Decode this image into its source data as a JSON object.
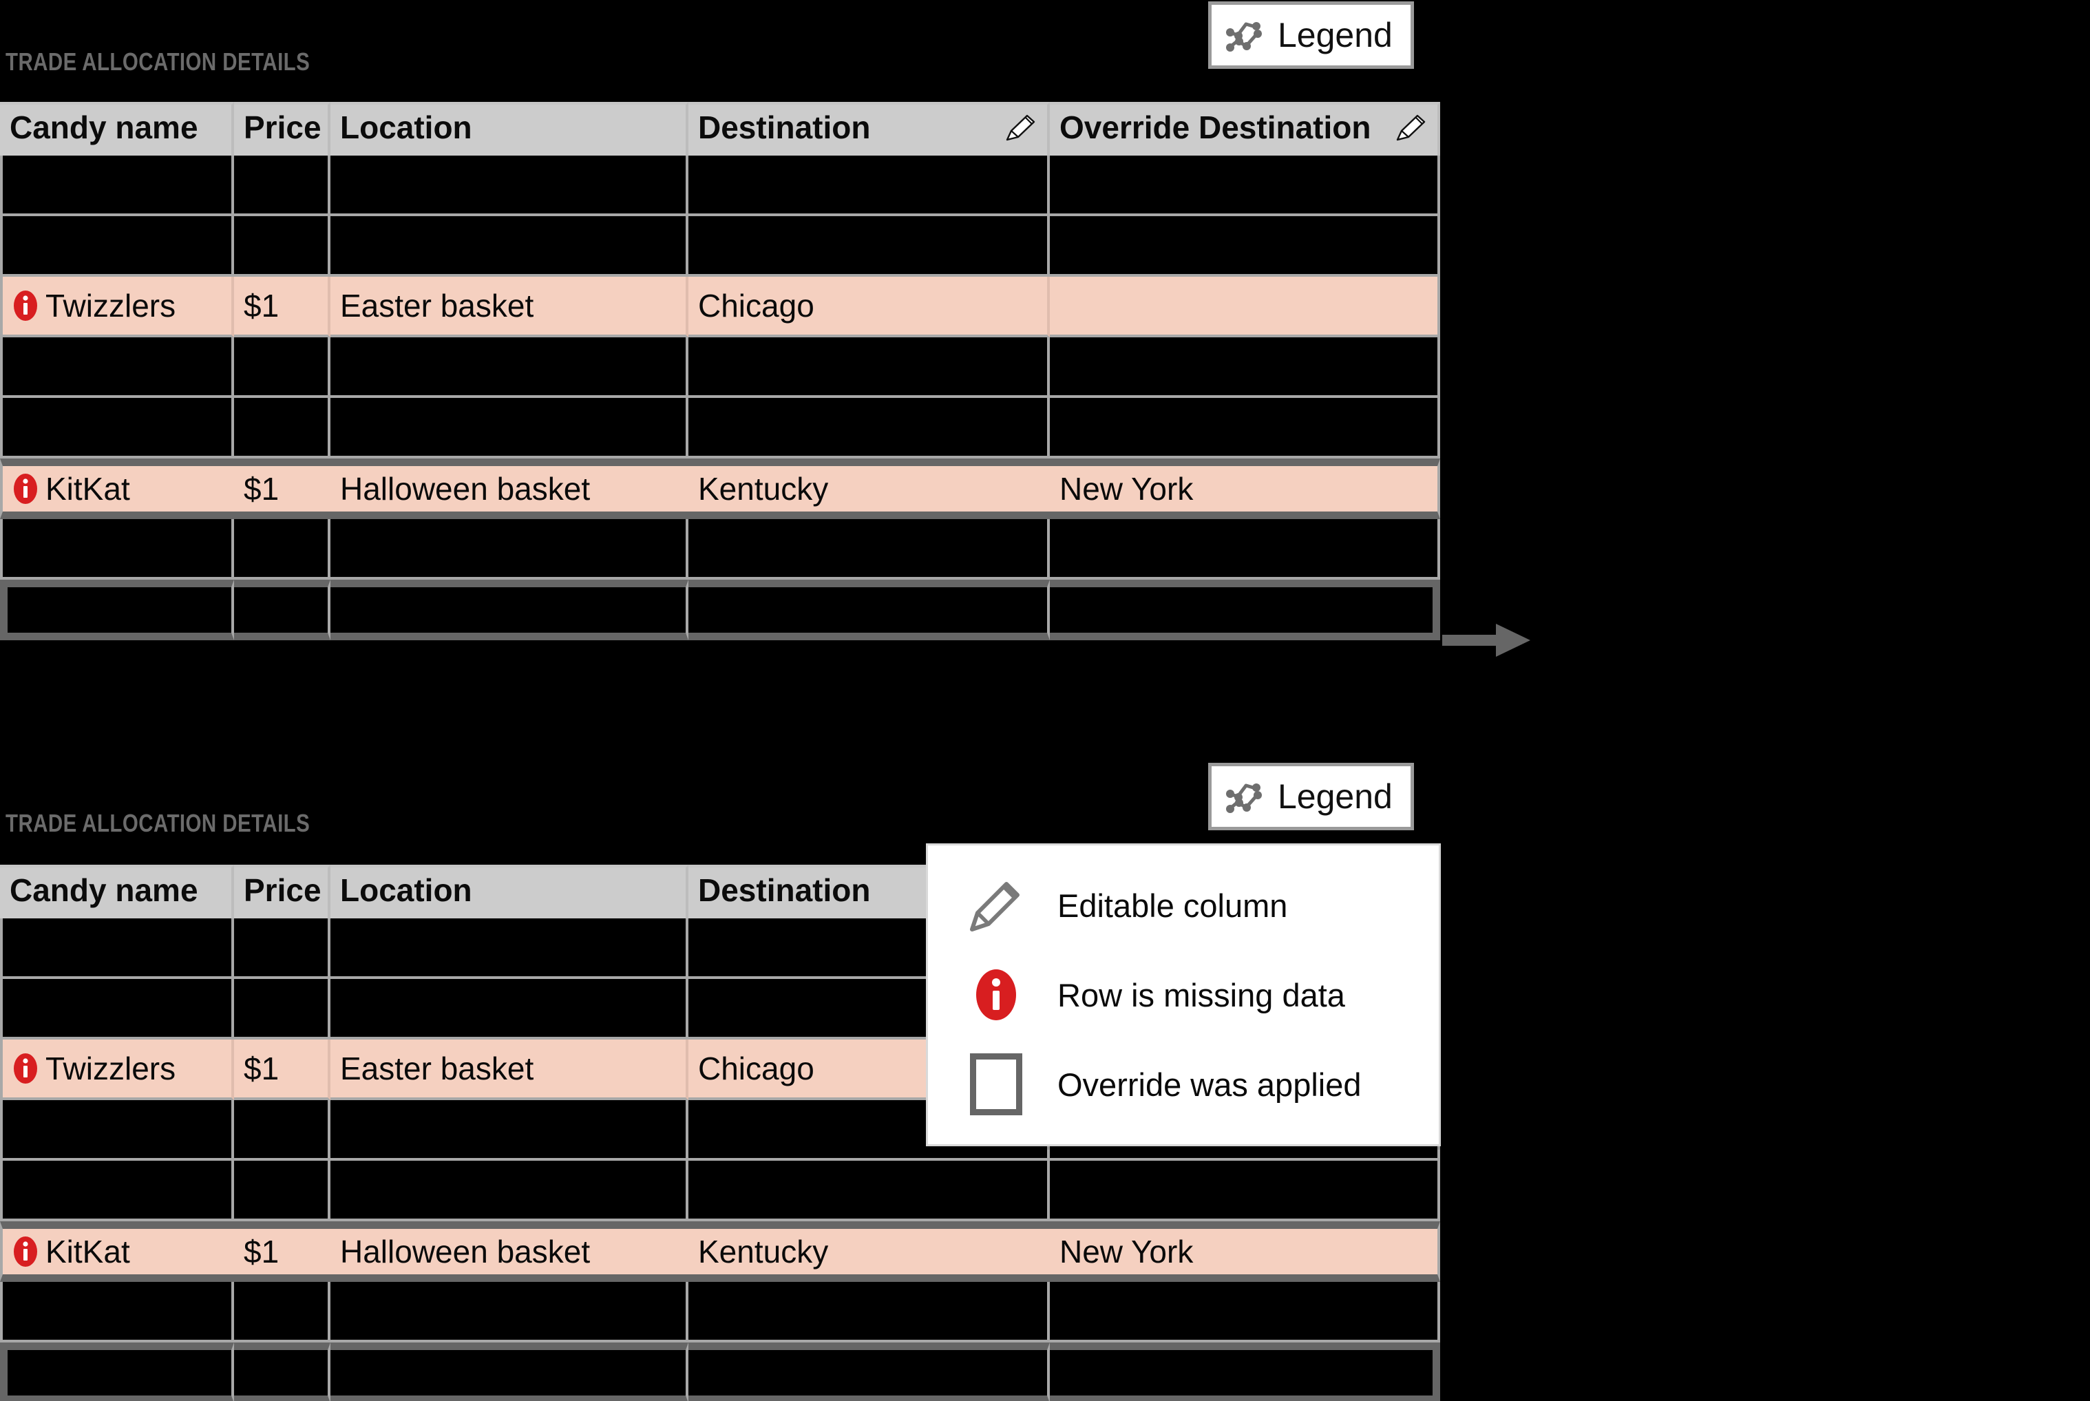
{
  "meta": {
    "panel_title": "TRADE ALLOCATION DETAILS",
    "accent_highlight": "#F5D0C0",
    "accent_alert": "#D81E20",
    "header_bg": "#CCCCCC",
    "title_color": "#6B6B6B",
    "border_color": "#A8A8A8",
    "override_border_color": "#666666",
    "canvas_bg": "#000000"
  },
  "legend_button": {
    "label": "Legend",
    "icon": "line-chart-icon"
  },
  "legend_popup": {
    "items": [
      {
        "icon": "pencil-icon",
        "label": "Editable column"
      },
      {
        "icon": "info-circle-icon",
        "label": "Row is missing data"
      },
      {
        "icon": "square-outline-icon",
        "label": "Override was applied"
      }
    ]
  },
  "table": {
    "columns": [
      {
        "key": "candy_name",
        "label": "Candy name",
        "editable": false,
        "icon": null
      },
      {
        "key": "price",
        "label": "Price",
        "editable": false,
        "icon": null
      },
      {
        "key": "location",
        "label": "Location",
        "editable": false,
        "icon": null
      },
      {
        "key": "destination",
        "label": "Destination",
        "editable": true,
        "icon": "pencil-icon"
      },
      {
        "key": "override_destination",
        "label": "Override Destination",
        "editable": true,
        "icon": "pencil-icon"
      }
    ],
    "rows": [
      {
        "state": "empty",
        "candy_name": "",
        "price": "",
        "location": "",
        "destination": "",
        "override_destination": ""
      },
      {
        "state": "empty",
        "candy_name": "",
        "price": "",
        "location": "",
        "destination": "",
        "override_destination": ""
      },
      {
        "state": "missing",
        "candy_name": "Twizzlers",
        "price": "$1",
        "location": "Easter basket",
        "destination": "Chicago",
        "override_destination": ""
      },
      {
        "state": "empty",
        "candy_name": "",
        "price": "",
        "location": "",
        "destination": "",
        "override_destination": ""
      },
      {
        "state": "empty",
        "candy_name": "",
        "price": "",
        "location": "",
        "destination": "",
        "override_destination": ""
      },
      {
        "state": "override",
        "candy_name": "KitKat",
        "price": "$1",
        "location": "Halloween basket",
        "destination": "Kentucky",
        "override_destination": "New York"
      },
      {
        "state": "empty",
        "candy_name": "",
        "price": "",
        "location": "",
        "destination": "",
        "override_destination": ""
      },
      {
        "state": "framed",
        "candy_name": "",
        "price": "",
        "location": "",
        "destination": "",
        "override_destination": ""
      }
    ]
  },
  "panels": [
    {
      "id": "before",
      "legend_open": false
    },
    {
      "id": "after",
      "legend_open": true
    }
  ],
  "flow": {
    "arrow": "arrow-right-icon",
    "color": "#666666"
  }
}
